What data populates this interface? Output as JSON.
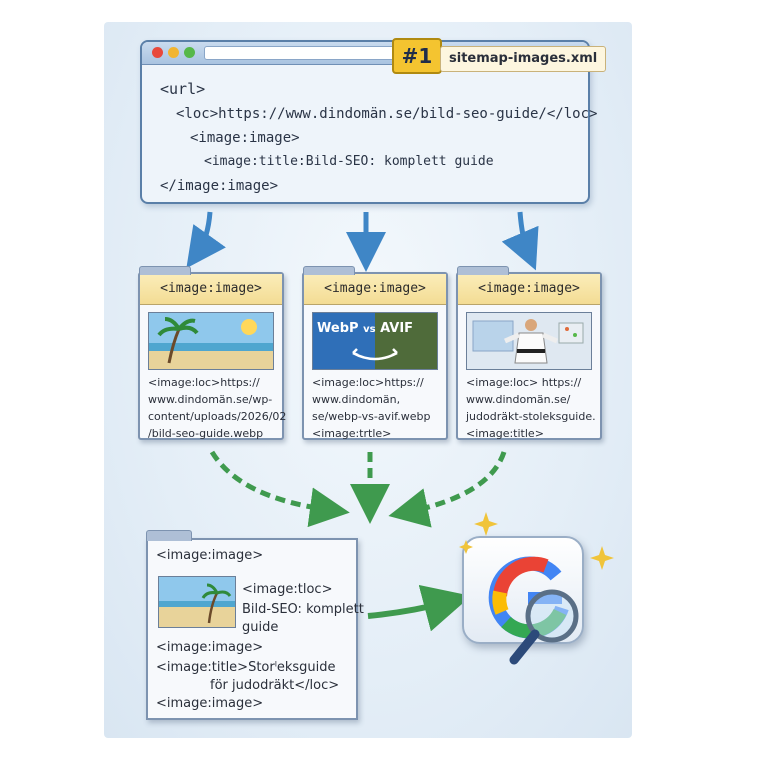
{
  "badge": "#1",
  "filename": "sitemap-images.xml",
  "window_code": [
    "<url>",
    "<loc>https://www.dindomän.se/bild-seo-guide/</loc>",
    "<image:image>",
    "<image:title:Bild-SEO: komplett guide",
    "</image:image>"
  ],
  "cards": [
    {
      "header": "<image:image>",
      "caption": [
        "<image:loc>https://",
        "www.dindomän.se/wp-",
        "content/uploads/2026/02",
        "/bild-seo-guide.webp"
      ]
    },
    {
      "header": "<image:image>",
      "thumb_text_left": "WebP",
      "thumb_text_vs": "vs",
      "thumb_text_right": "AVIF",
      "caption": [
        "<image:loc>https://",
        "www.dindomän,",
        "se/webp-vs-avif.webp",
        "<image:trtle>"
      ]
    },
    {
      "header": "<image:image>",
      "caption": [
        "<image:loc> https://",
        "www.dindomän.se/",
        "judodräkt-stoleksguide.",
        "<image:title>"
      ]
    }
  ],
  "note": {
    "header": "<image:image>",
    "side_line_1": "<image:tloc>",
    "side_line_2": "Bild-SEO: komplett",
    "side_line_3": "guide",
    "line_4": "<image:image>",
    "line_5": "<image:title>Storˡeksguide",
    "line_6": "för judodräkt</loc>",
    "line_7": "<image:image>"
  },
  "colors": {
    "arrow_blue": "#3f86c6",
    "arrow_green": "#3f9a4e",
    "badge_yellow": "#f4c430",
    "google_blue": "#4285f4",
    "google_red": "#ea4335",
    "google_yellow": "#fbbc05",
    "google_green": "#34a853"
  },
  "icons": [
    "browser-window-icon",
    "beach-photo-icon",
    "judo-person-icon",
    "google-logo-icon",
    "magnifier-icon",
    "sparkle-icon"
  ]
}
